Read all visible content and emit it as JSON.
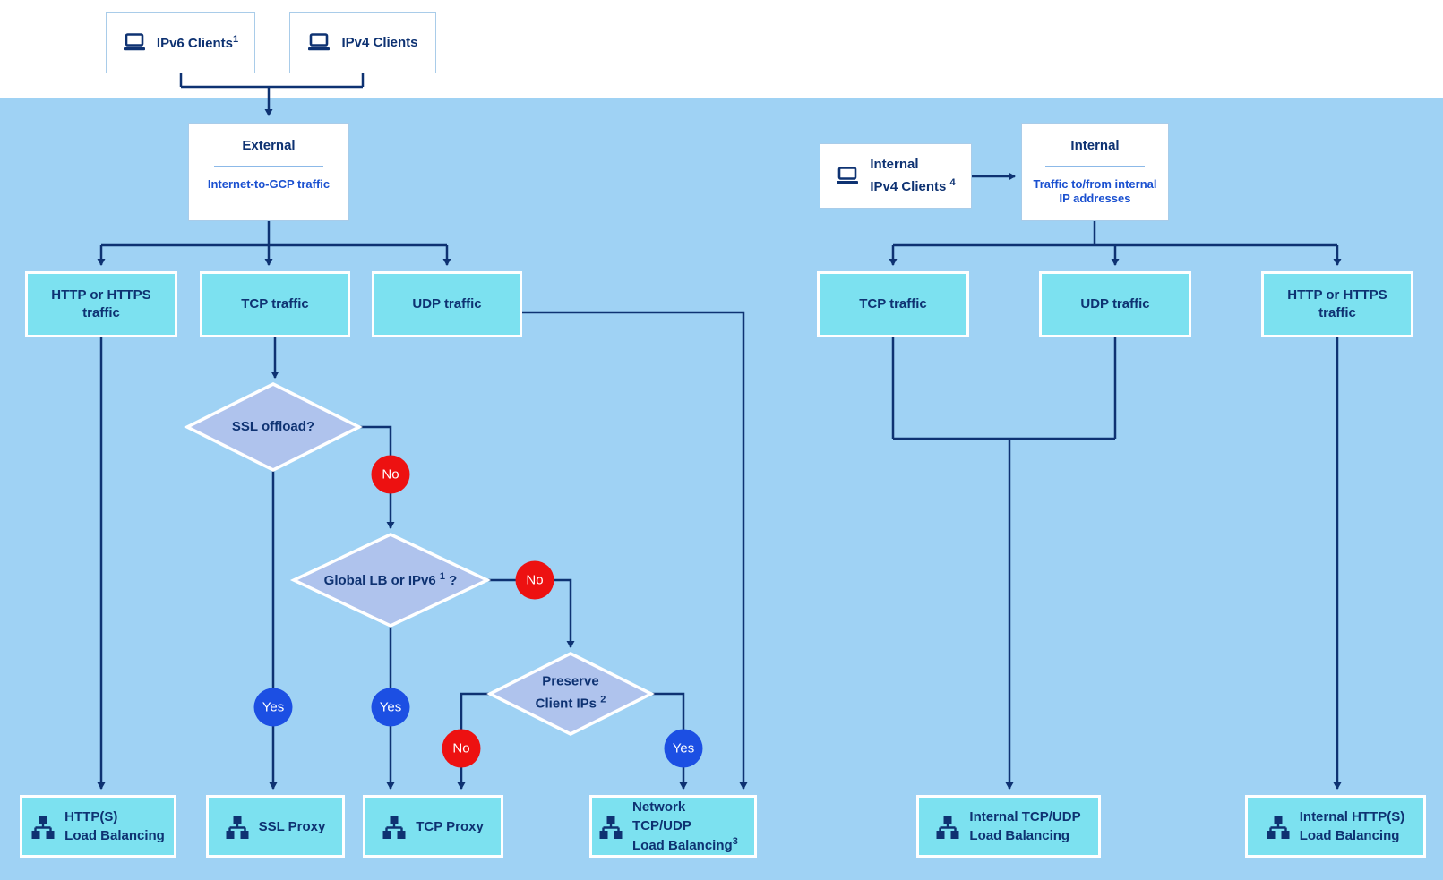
{
  "diagram_title": "GCP load balancer selection flowchart",
  "colors": {
    "background": "#9FD2F4",
    "top_band": "#FFFFFF",
    "traffic_box_fill": "#7CE1F0",
    "decision_diamond_fill": "#AFC3ED",
    "line_and_text_navy": "#0E3272",
    "subtitle_blue": "#1A50D0",
    "no_badge_red": "#ED1111",
    "yes_badge_blue": "#1C4FE3"
  },
  "clients": {
    "ipv6": {
      "label": "IPv6 Clients",
      "sup": "1"
    },
    "ipv4": {
      "label": "IPv4 Clients"
    },
    "internal": {
      "line1": "Internal",
      "line2": "IPv4 Clients",
      "sup": "4"
    }
  },
  "categories": {
    "external": {
      "title": "External",
      "subtitle": "Internet-to-GCP traffic"
    },
    "internal": {
      "title": "Internal",
      "subtitle": "Traffic to/from internal IP addresses"
    }
  },
  "traffic_types": {
    "http": "HTTP or HTTPS traffic",
    "tcp": "TCP traffic",
    "udp": "UDP traffic"
  },
  "decisions": {
    "ssl_offload": {
      "label": "SSL offload?"
    },
    "global_lb": {
      "label": "Global LB or IPv6",
      "sup": "1",
      "suffix": "?"
    },
    "preserve_ips": {
      "line1": "Preserve",
      "line2": "Client IPs",
      "sup": "2"
    }
  },
  "badges": {
    "yes": "Yes",
    "no": "No"
  },
  "outcomes": {
    "https_lb": {
      "line1": "HTTP(S)",
      "line2": "Load Balancing"
    },
    "ssl_proxy": {
      "label": "SSL Proxy"
    },
    "tcp_proxy": {
      "label": "TCP Proxy"
    },
    "network_lb": {
      "line1": "Network TCP/UDP",
      "line2": "Load Balancing",
      "sup": "3"
    },
    "internal_tcp_udp_lb": {
      "line1": "Internal TCP/UDP",
      "line2": "Load Balancing"
    },
    "internal_https_lb": {
      "line1": "Internal HTTP(S)",
      "line2": "Load Balancing"
    }
  }
}
